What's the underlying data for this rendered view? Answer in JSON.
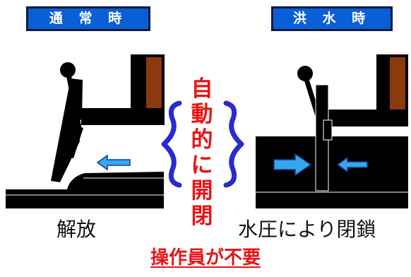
{
  "normal": {
    "title": "通 常 時",
    "state_label": "解放"
  },
  "flood": {
    "title": "洪 水 時",
    "state_label": "水圧により閉鎖"
  },
  "center": {
    "chars": [
      "自",
      "動",
      "的",
      "に",
      "開",
      "閉"
    ]
  },
  "note": "操作員が不要",
  "colors": {
    "badge_blue": "#0a5fd6",
    "accent_red": "#e81414",
    "brace_blue": "#2a2ad0",
    "arrow_cyan": "#33a8f0",
    "wood_brown": "#8b3a0e",
    "structure_black": "#000000"
  }
}
